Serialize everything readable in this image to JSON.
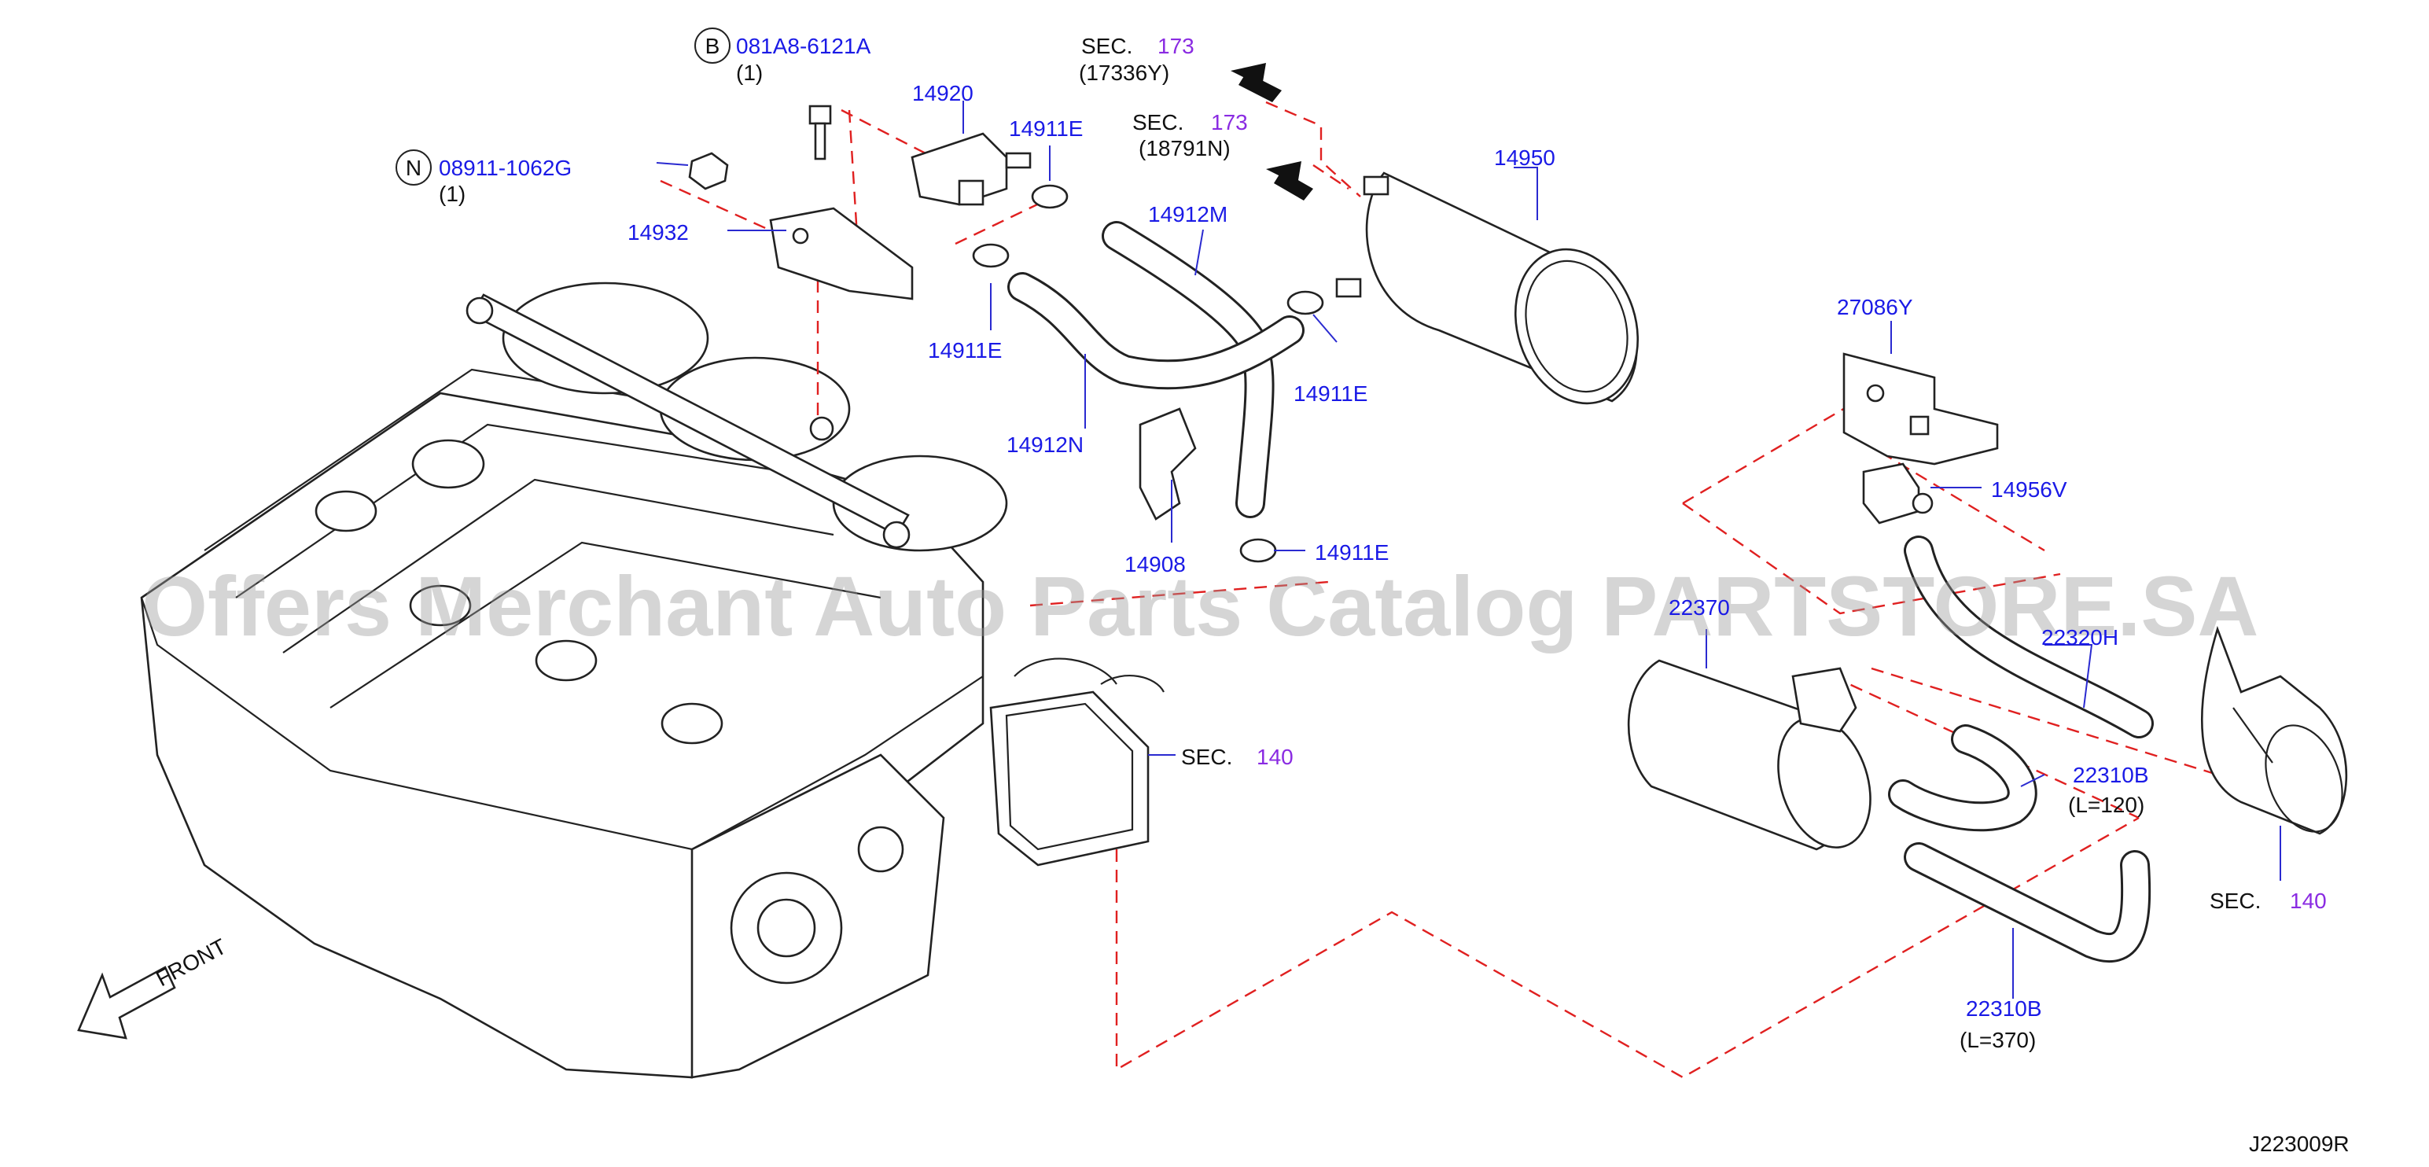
{
  "watermark": "Offers Merchant Auto Parts Catalog PARTSTORE.SA",
  "diagram_id": "J223009R",
  "front_label": "FRONT",
  "bolt": {
    "badge": "B",
    "part_number": "081A8-6121A",
    "qty": "(1)"
  },
  "nut": {
    "badge": "N",
    "part_number": "08911-1062G",
    "qty": "(1)"
  },
  "parts": {
    "p14920": "14920",
    "p14911e_a": "14911E",
    "p14911e_b": "14911E",
    "p14911e_c": "14911E",
    "p14911e_d": "14911E",
    "p14932": "14932",
    "p14912m": "14912M",
    "p14912n": "14912N",
    "p14908": "14908",
    "p14950": "14950",
    "p27086y": "27086Y",
    "p14956v": "14956V",
    "p22370": "22370",
    "p22320h": "22320H",
    "p22310b_a": "22310B",
    "p22310b_b": "22310B"
  },
  "lengths": {
    "a": "(L=120)",
    "b": "(L=370)"
  },
  "sections": {
    "s1": {
      "label": "SEC.",
      "num": "173",
      "ref": "(17336Y)"
    },
    "s2": {
      "label": "SEC.",
      "num": "173",
      "ref": "(18791N)"
    },
    "s3": {
      "label": "SEC.",
      "num": "140"
    },
    "s4": {
      "label": "SEC.",
      "num": "140"
    }
  },
  "colors": {
    "part_number": "#1a1ae6",
    "section_number": "#8a2be2",
    "leader_dash": "#e02020"
  }
}
